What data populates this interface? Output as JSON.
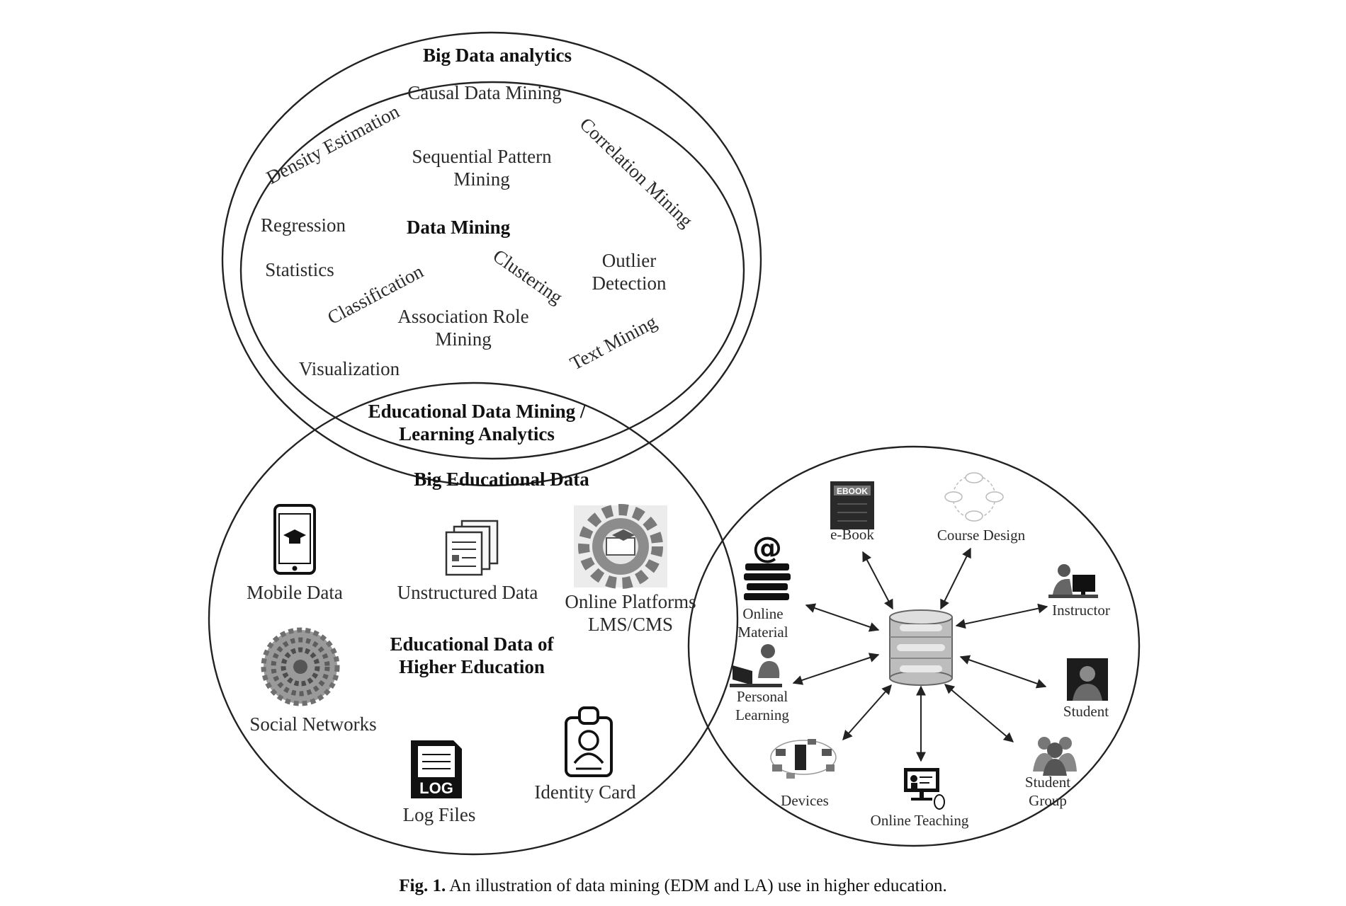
{
  "diagram": {
    "big_data_title": "Big Data analytics",
    "data_mining": {
      "title": "Data Mining",
      "techniques": {
        "causal": "Causal Data Mining",
        "density": "Density Estimation",
        "sequential_1": "Sequential Pattern",
        "sequential_2": "Mining",
        "correlation": "Correlation Mining",
        "regression": "Regression",
        "statistics": "Statistics",
        "classification": "Classification",
        "clustering": "Clustering",
        "outlier_1": "Outlier",
        "outlier_2": "Detection",
        "association_1": "Association Role",
        "association_2": "Mining",
        "text_mining": "Text Mining",
        "visualization": "Visualization"
      }
    },
    "overlap_1": "Educational Data Mining /",
    "overlap_2": "Learning Analytics",
    "big_edu_title": "Big Educational Data",
    "edu_center_1": "Educational Data of",
    "edu_center_2": "Higher Education",
    "edu_sources": {
      "mobile": "Mobile Data",
      "unstructured": "Unstructured Data",
      "platforms_1": "Online Platforms",
      "platforms_2": "LMS/CMS",
      "social": "Social Networks",
      "log": "Log Files",
      "log_icon_text": "LOG",
      "identity": "Identity Card"
    },
    "hub": {
      "ebook": "e-Book",
      "ebook_icon_text": "EBOOK",
      "course": "Course Design",
      "online_material_1": "Online",
      "online_material_2": "Material",
      "instructor": "Instructor",
      "personal_1": "Personal",
      "personal_2": "Learning",
      "student": "Student",
      "devices": "Devices",
      "online_teaching": "Online Teaching",
      "group_1": "Student",
      "group_2": "Group"
    }
  },
  "caption": {
    "label": "Fig. 1.",
    "text": " An illustration of data mining (EDM and LA) use in higher education."
  }
}
